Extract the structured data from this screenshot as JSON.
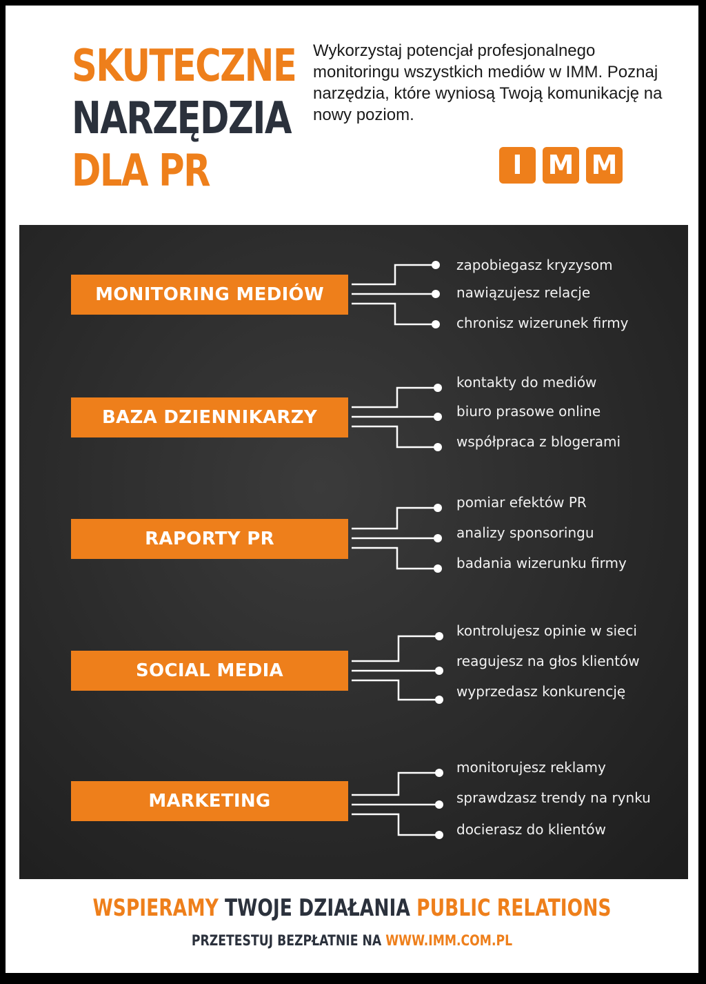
{
  "header": {
    "title_line1": "SKUTECZNE",
    "title_line2": "NARZĘDZIA",
    "title_line3": "DLA PR",
    "intro": "Wykorzystaj potencjał profesjonalnego monitoringu wszystkich mediów w IMM. Poznaj narzędzia, które wyniosą Twoją komunikację na nowy poziom.",
    "logo_letters": [
      "I",
      "M",
      "M"
    ]
  },
  "tools": [
    {
      "label": "MONITORING MEDIÓW",
      "benefits": [
        "zapobiegasz kryzysom",
        "nawiązujesz relacje",
        "chronisz wizerunek firmy"
      ]
    },
    {
      "label": "BAZA DZIENNIKARZY",
      "benefits": [
        "kontakty do mediów",
        "biuro prasowe online",
        "współpraca z blogerami"
      ]
    },
    {
      "label": "RAPORTY PR",
      "benefits": [
        "pomiar efektów PR",
        "analizy sponsoringu",
        "badania wizerunku firmy"
      ]
    },
    {
      "label": "SOCIAL MEDIA",
      "benefits": [
        "kontrolujesz opinie w sieci",
        "reagujesz na głos klientów",
        "wyprzedasz konkurencję"
      ]
    },
    {
      "label": "MARKETING",
      "benefits": [
        "monitorujesz reklamy",
        "sprawdzasz trendy na rynku",
        "docierasz do klientów"
      ]
    }
  ],
  "footer": {
    "tagline_part1": "WSPIERAMY",
    "tagline_part2": "TWOJE DZIAŁANIA",
    "tagline_part3": "PUBLIC RELATIONS",
    "cta_text": "PRZETESTUJ BEZPŁATNIE NA",
    "cta_link": "WWW.IMM.COM.PL"
  },
  "colors": {
    "accent": "#ee7f1b",
    "dark_text": "#2b313c",
    "board": "#2a2a2a"
  }
}
